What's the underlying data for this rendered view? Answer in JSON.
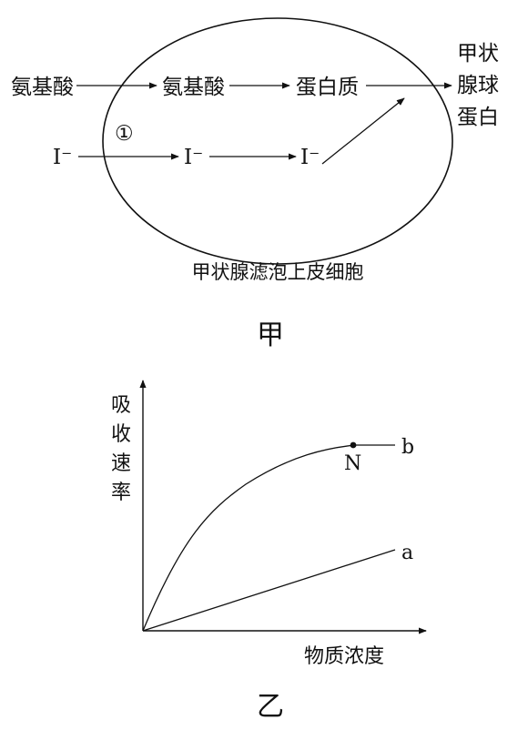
{
  "diagram_a": {
    "caption": "甲",
    "cell_label": "甲状腺滤泡上皮细胞",
    "row1": [
      "氨基酸",
      "氨基酸",
      "蛋白质"
    ],
    "row2": [
      "I⁻",
      "I⁻",
      "I⁻"
    ],
    "step_marker": "①",
    "product": [
      "甲状",
      "腺球",
      "蛋白"
    ]
  },
  "diagram_b": {
    "caption": "乙",
    "ylabel": [
      "吸",
      "收",
      "速",
      "率"
    ],
    "xlabel": "物质浓度",
    "curve_labels": {
      "a": "a",
      "b": "b"
    },
    "point_label": "N"
  }
}
